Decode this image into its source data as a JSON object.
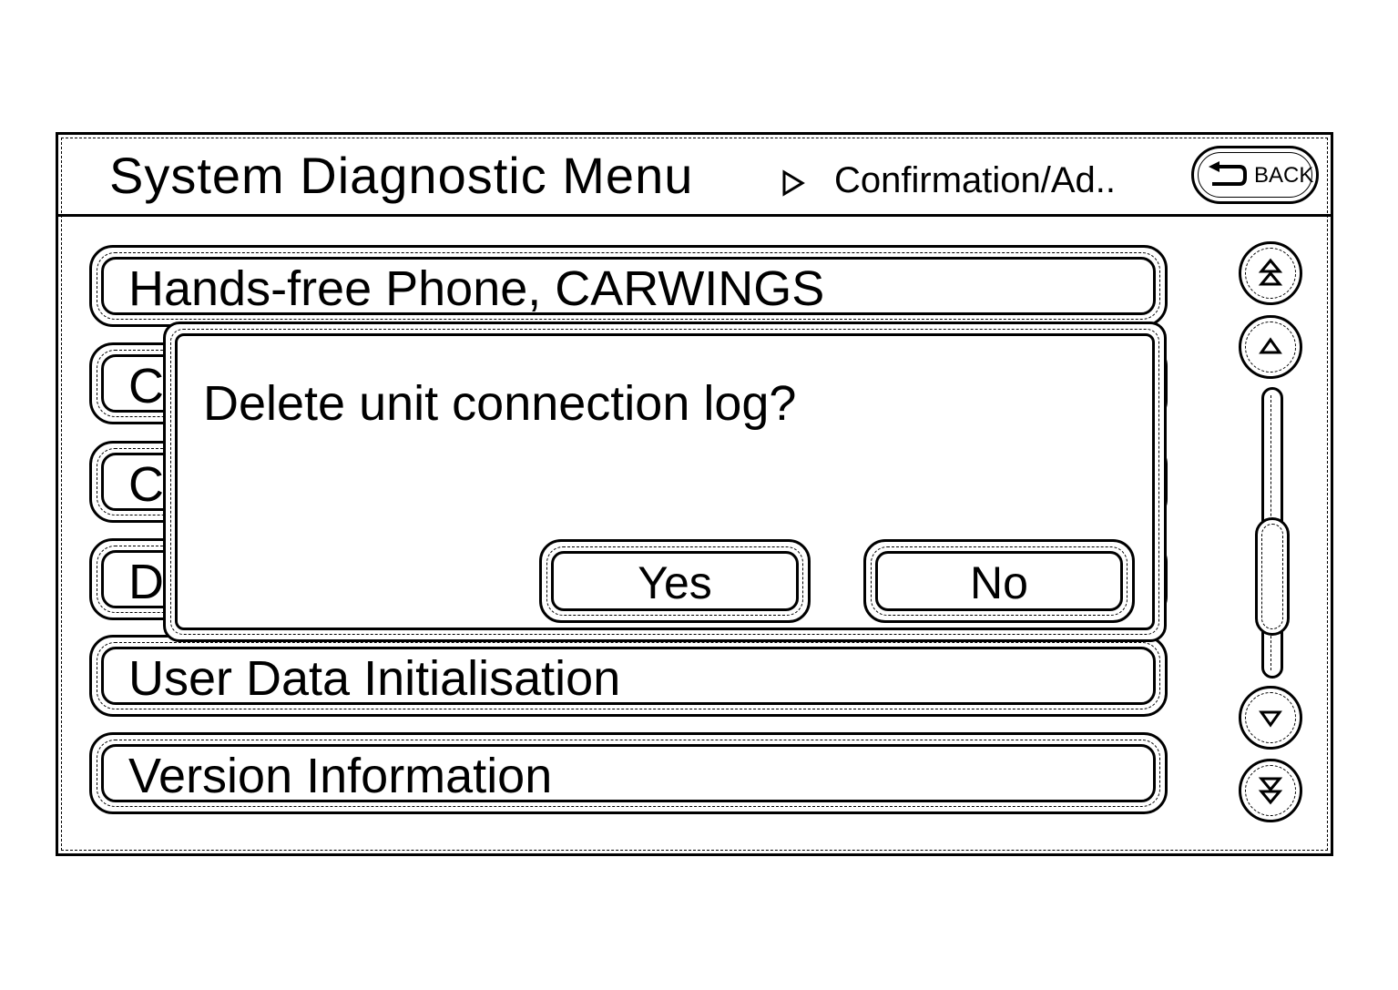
{
  "header": {
    "title": "System Diagnostic Menu",
    "breadcrumb": "Confirmation/Ad..",
    "back_label": "BACK"
  },
  "menu": {
    "items": [
      {
        "label": "Hands-free Phone, CARWINGS"
      },
      {
        "label": "C"
      },
      {
        "label": "C"
      },
      {
        "label": "D"
      },
      {
        "label": "User Data Initialisation"
      },
      {
        "label": "Version Information"
      }
    ]
  },
  "dialog": {
    "message": "Delete unit connection log?",
    "yes_label": "Yes",
    "no_label": "No"
  },
  "scrollbar": {
    "position": 0.75
  }
}
